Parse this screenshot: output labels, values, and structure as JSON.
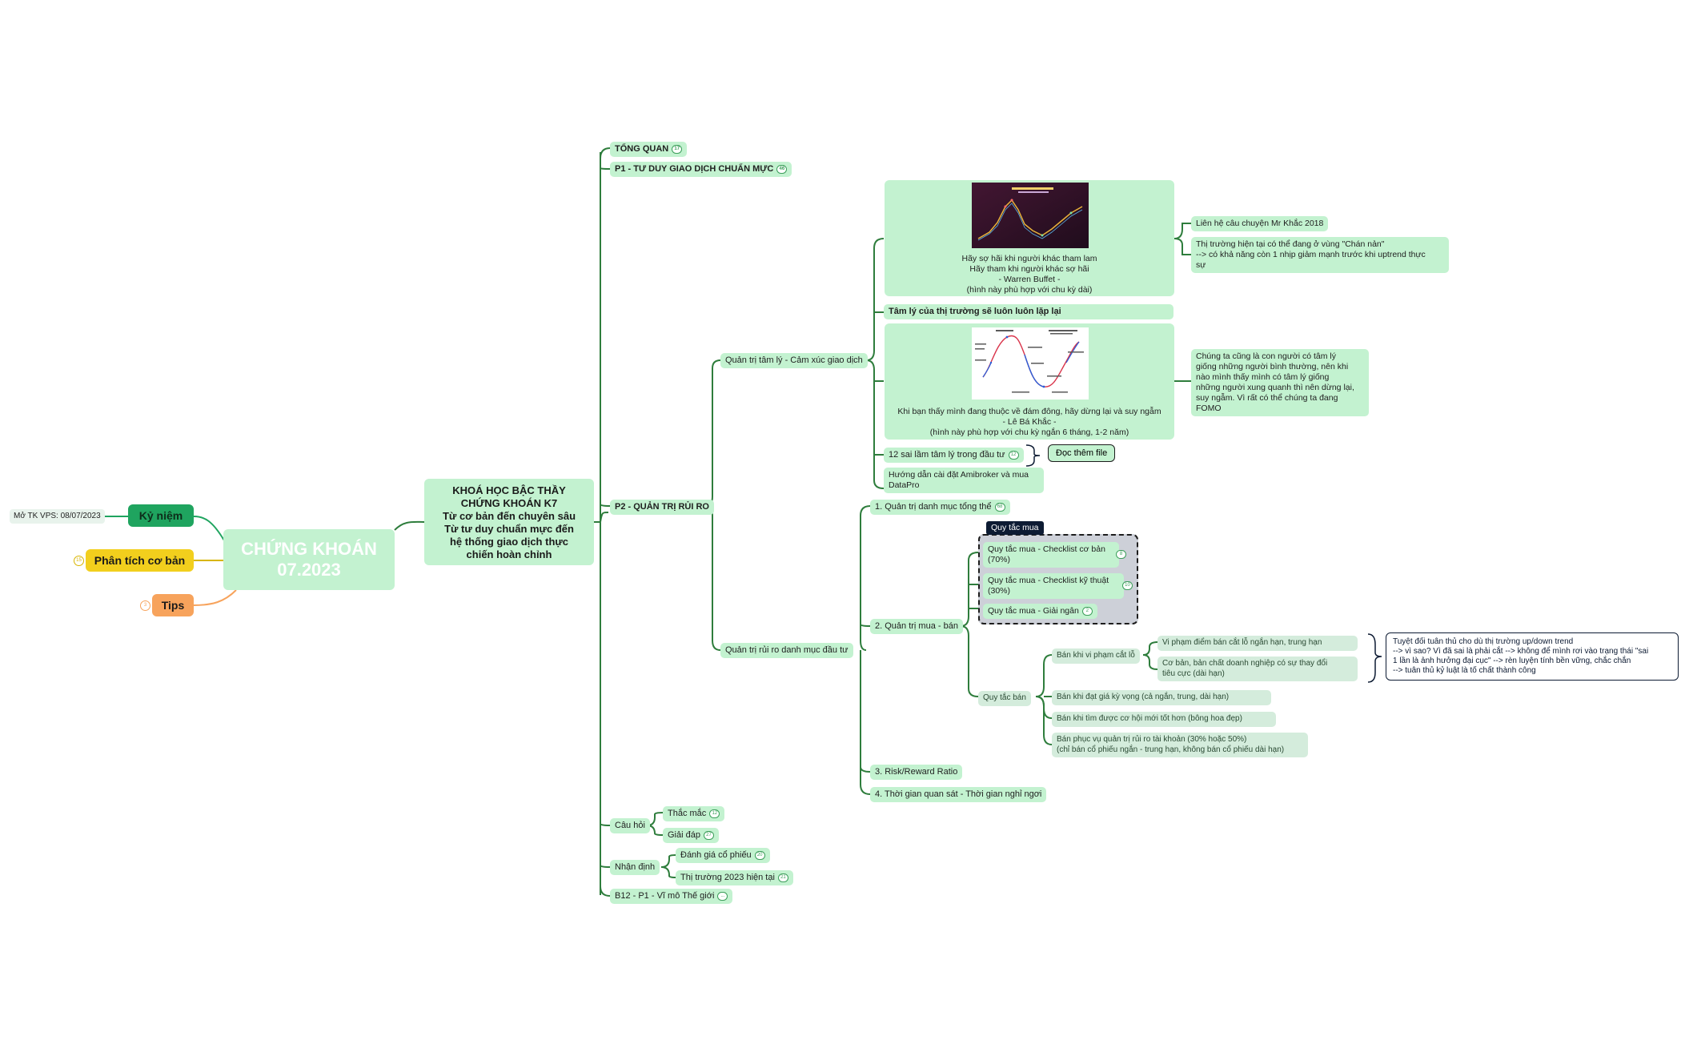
{
  "center": {
    "line1": "CHỨNG KHOÁN",
    "line2": "07.2023"
  },
  "course": {
    "lines": [
      "KHOÁ HỌC BẬC THẦY",
      "CHỨNG KHOÁN K7",
      "Từ cơ bản đến chuyên sâu",
      "Từ tư duy chuẩn mực đến",
      "hệ thống giao dịch thực",
      "chiến hoàn chỉnh"
    ]
  },
  "left": {
    "ky_niem": "Kỷ niệm",
    "mo_tk": "Mở TK VPS: 08/07/2023",
    "phan_tich": "Phân tích cơ bản",
    "phan_tich_badge": "15",
    "tips": "Tips",
    "tips_badge": "3"
  },
  "branches": {
    "tong_quan": {
      "label": "TỔNG QUAN",
      "badge": "17"
    },
    "p1": {
      "label": "P1 - TƯ DUY GIAO DỊCH CHUẨN MỰC",
      "badge": "46"
    },
    "p2": {
      "label": "P2 - QUẢN TRỊ RỦI RO"
    },
    "cau_hoi": {
      "label": "Câu hỏi",
      "children": [
        {
          "label": "Thắc mắc",
          "badge": "12"
        },
        {
          "label": "Giải đáp",
          "badge": "27"
        }
      ]
    },
    "nhan_dinh": {
      "label": "Nhận định",
      "children": [
        {
          "label": "Đánh giá cổ phiếu",
          "badge": "20"
        },
        {
          "label": "Thị trường 2023 hiện tại",
          "badge": "21"
        }
      ]
    },
    "b12": {
      "label": "B12 - P1 - Vĩ mô Thế giới",
      "badge": "..."
    }
  },
  "tam_ly": {
    "label": "Quản trị tâm lý - Cảm xúc giao dịch",
    "quote1": [
      "Hãy sợ hãi khi người khác tham lam",
      "Hãy tham khi người khác sợ hãi",
      "- Warren Buffet -",
      "(hình này phù hợp với chu kỳ dài)"
    ],
    "quote1_notes": [
      "Liên hệ câu chuyện Mr Khắc 2018",
      "Thị trường hiện tại có thể đang ở vùng \"Chán nản\"",
      "--> có khả năng còn 1 nhịp giảm mạnh trước khi uptrend thực",
      "sự"
    ],
    "repeat": "Tâm lý của thị trường sẽ luôn luôn lặp lại",
    "quote2": [
      "Khi bạn thấy mình đang thuộc về đám đông, hãy dừng lại và suy ngẫm",
      "- Lê Bá Khắc -",
      "(hình này phù hợp với chu kỳ ngắn 6 tháng, 1-2 năm)"
    ],
    "quote2_note": [
      "Chúng ta cũng là con người có tâm lý",
      "giống những người bình thường, nên khi",
      "nào mình thấy mình có tâm lý giống",
      "những người xung quanh thì nên dừng lại,",
      "suy ngẫm. Vì rất có thể chúng ta đang",
      "FOMO"
    ],
    "sai_lam": {
      "label": "12 sai lầm tâm lý trong đầu tư",
      "badge": "12"
    },
    "doc_them": "Đọc thêm file",
    "huong_dan": [
      "Hướng dẫn cài đặt Amibroker và mua",
      "DataPro"
    ]
  },
  "rui_ro": {
    "label": "Quản trị rủi ro danh mục đầu tư",
    "danh_muc": {
      "label": "1. Quản trị danh mục tổng thể",
      "badge": "68"
    },
    "mua_ban": "2. Quản trị mua - bán",
    "quy_tac_mua_tag": "Quy tắc mua",
    "quy_tac_mua": [
      {
        "lines": [
          "Quy tắc mua - Checklist cơ bản",
          "(70%)"
        ],
        "badge": "8"
      },
      {
        "lines": [
          "Quy tắc mua - Checklist kỹ thuật",
          "(30%)"
        ],
        "badge": "10"
      },
      {
        "lines": [
          "Quy tắc mua - Giải ngân"
        ],
        "badge": "2"
      }
    ],
    "quy_tac_ban": "Quy tắc bán",
    "ban_vi_pham": "Bán khi vi phạm cắt lỗ",
    "vi_pham_children": [
      [
        "Vi phạm điểm bán cắt lỗ ngắn hạn, trung hạn"
      ],
      [
        "Cơ bản, bản chất doanh nghiệp có sự thay đổi",
        "tiêu cực (dài hạn)"
      ]
    ],
    "note": [
      "Tuyệt đối tuân thủ cho dù thị trường up/down trend",
      "--> vì sao? Vì đã sai là phải cắt --> không để mình rơi vào trạng thái \"sai",
      "1 lần là ảnh hưởng đại cục\" --> rèn luyện tính bền vững, chắc chắn",
      "--> tuân thủ kỷ luật là tố chất thành công"
    ],
    "ban_others": [
      [
        "Bán khi đạt giá kỳ vọng (cả ngắn, trung, dài hạn)"
      ],
      [
        "Bán khi tìm được cơ hội mới tốt hơn (bông hoa đẹp)"
      ],
      [
        "Bán phục vụ quản trị rủi ro tài khoản (30% hoặc 50%)",
        "(chỉ bán cổ phiếu ngắn - trung hạn, không bán cổ phiếu dài hạn)"
      ]
    ],
    "rr": "3. Risk/Reward Ratio",
    "thoi_gian": "4. Thời gian quan sát - Thời gian nghỉ ngơi"
  },
  "colors": {
    "line": "#2e7d3c",
    "node": "#c3f2d0",
    "ky_niem": "#1fa45f",
    "phan_tich": "#f2cf1d",
    "tips": "#f7a35c"
  }
}
